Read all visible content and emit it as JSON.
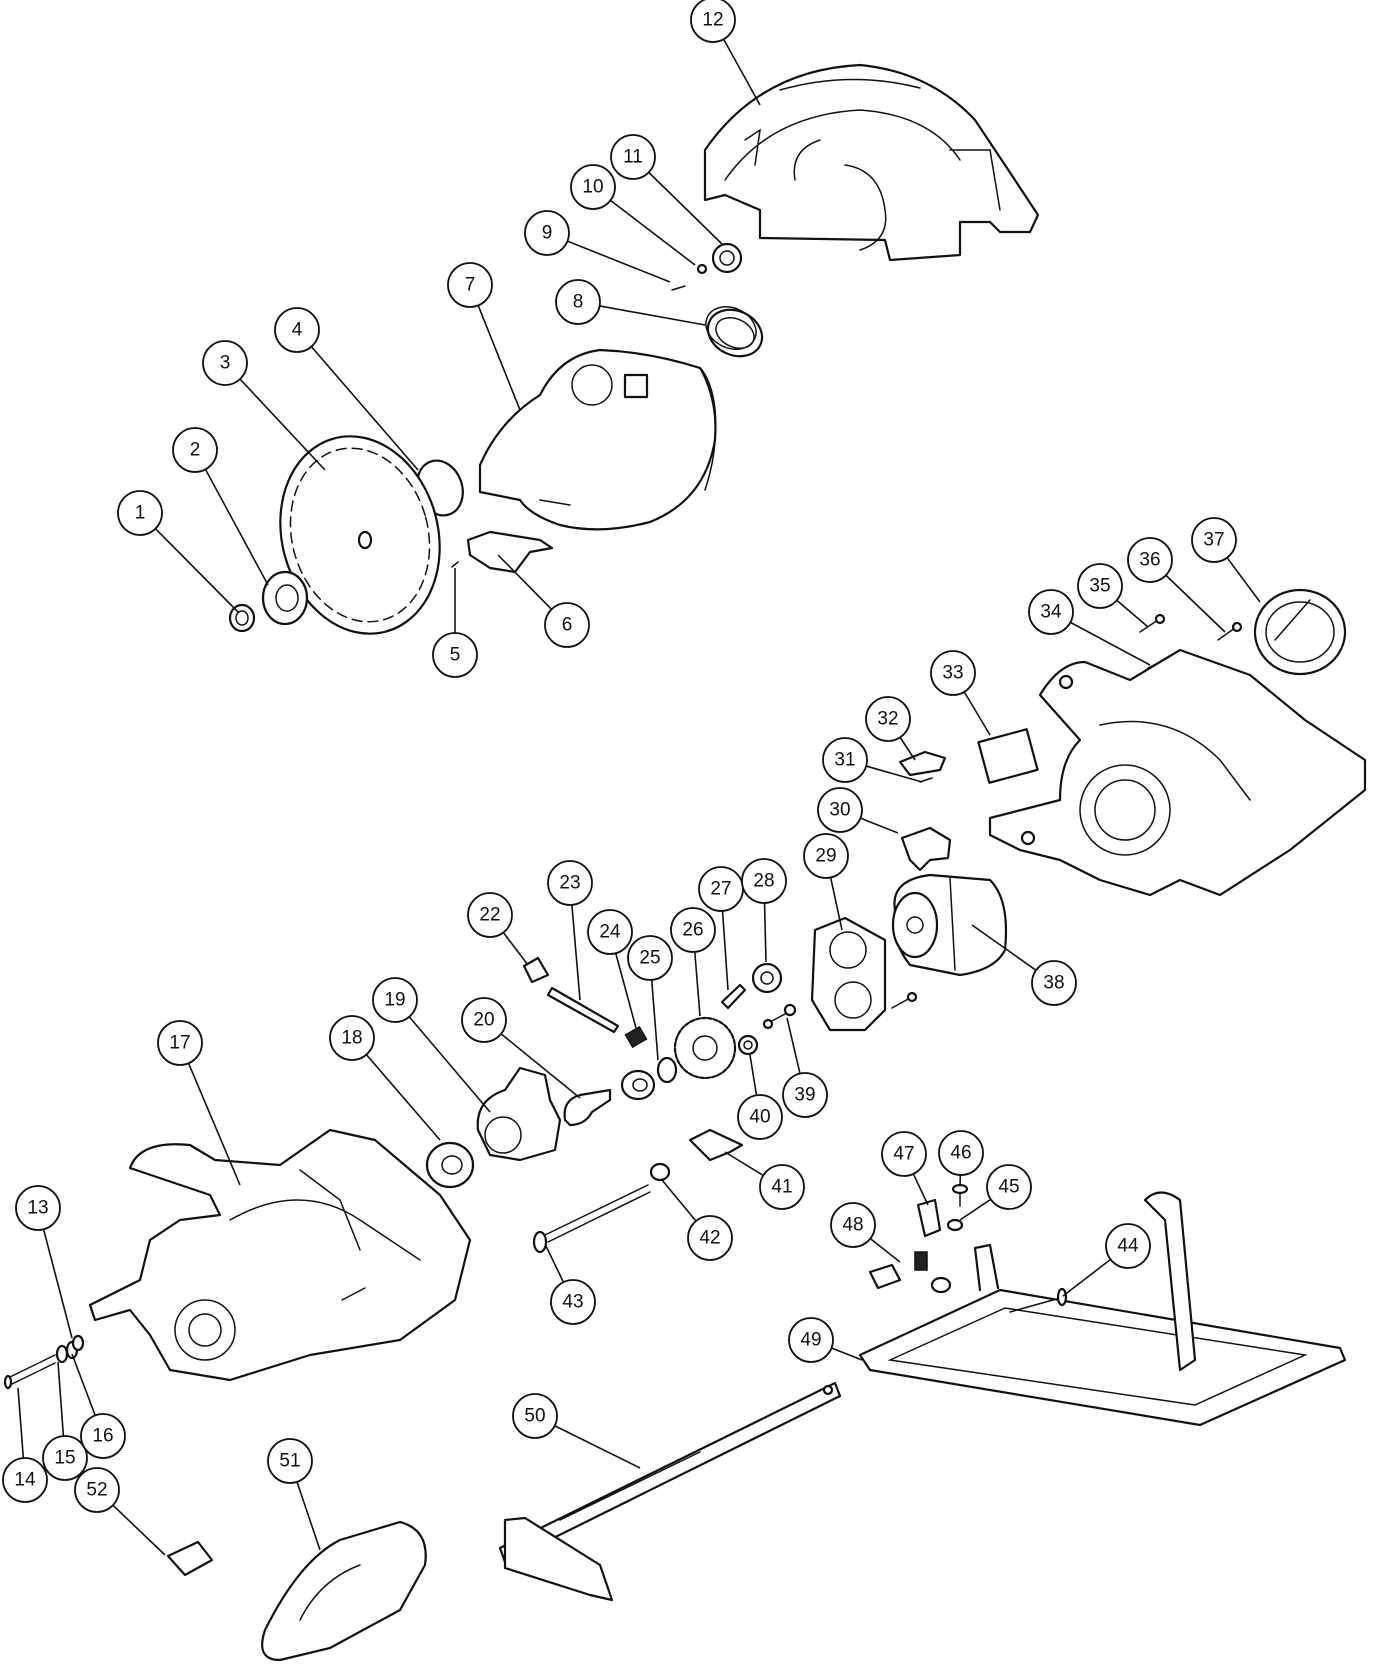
{
  "diagram": {
    "callouts": [
      {
        "label": "1"
      },
      {
        "label": "2"
      },
      {
        "label": "3"
      },
      {
        "label": "4"
      },
      {
        "label": "5"
      },
      {
        "label": "6"
      },
      {
        "label": "7"
      },
      {
        "label": "8"
      },
      {
        "label": "9"
      },
      {
        "label": "10"
      },
      {
        "label": "11"
      },
      {
        "label": "12"
      },
      {
        "label": "13"
      },
      {
        "label": "14"
      },
      {
        "label": "15"
      },
      {
        "label": "16"
      },
      {
        "label": "17"
      },
      {
        "label": "18"
      },
      {
        "label": "19"
      },
      {
        "label": "20"
      },
      {
        "label": "22"
      },
      {
        "label": "23"
      },
      {
        "label": "24"
      },
      {
        "label": "25"
      },
      {
        "label": "26"
      },
      {
        "label": "27"
      },
      {
        "label": "28"
      },
      {
        "label": "29"
      },
      {
        "label": "30"
      },
      {
        "label": "31"
      },
      {
        "label": "32"
      },
      {
        "label": "33"
      },
      {
        "label": "34"
      },
      {
        "label": "35"
      },
      {
        "label": "36"
      },
      {
        "label": "37"
      },
      {
        "label": "38"
      },
      {
        "label": "39"
      },
      {
        "label": "40"
      },
      {
        "label": "41"
      },
      {
        "label": "42"
      },
      {
        "label": "43"
      },
      {
        "label": "44"
      },
      {
        "label": "45"
      },
      {
        "label": "46"
      },
      {
        "label": "47"
      },
      {
        "label": "48"
      },
      {
        "label": "49"
      },
      {
        "label": "50"
      },
      {
        "label": "51"
      },
      {
        "label": "52"
      }
    ]
  }
}
